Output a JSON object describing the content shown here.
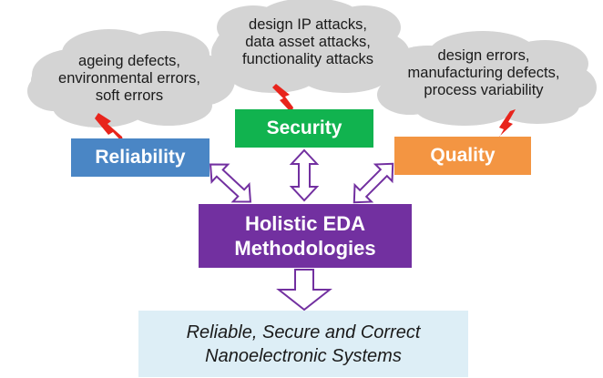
{
  "colors": {
    "cloud": "#d4d4d4",
    "lightning": "#e8241c",
    "reliability": "#4a86c5",
    "security": "#11b34f",
    "quality": "#f39542",
    "holistic": "#7230a0",
    "arrow_outline": "#7230a0",
    "bottom_box": "#ddeef6"
  },
  "clouds": {
    "reliability": {
      "lines": [
        "ageing defects,",
        "environmental errors,",
        "soft errors"
      ]
    },
    "security": {
      "lines": [
        "design IP attacks,",
        "data asset attacks,",
        "functionality attacks"
      ]
    },
    "quality": {
      "lines": [
        "design errors,",
        "manufacturing defects,",
        "process variability"
      ]
    }
  },
  "boxes": {
    "reliability": "Reliability",
    "security": "Security",
    "quality": "Quality",
    "holistic": {
      "lines": [
        "Holistic EDA",
        "Methodologies"
      ]
    }
  },
  "result": {
    "lines": [
      "Reliable, Secure and Correct",
      "Nanoelectronic Systems"
    ]
  }
}
